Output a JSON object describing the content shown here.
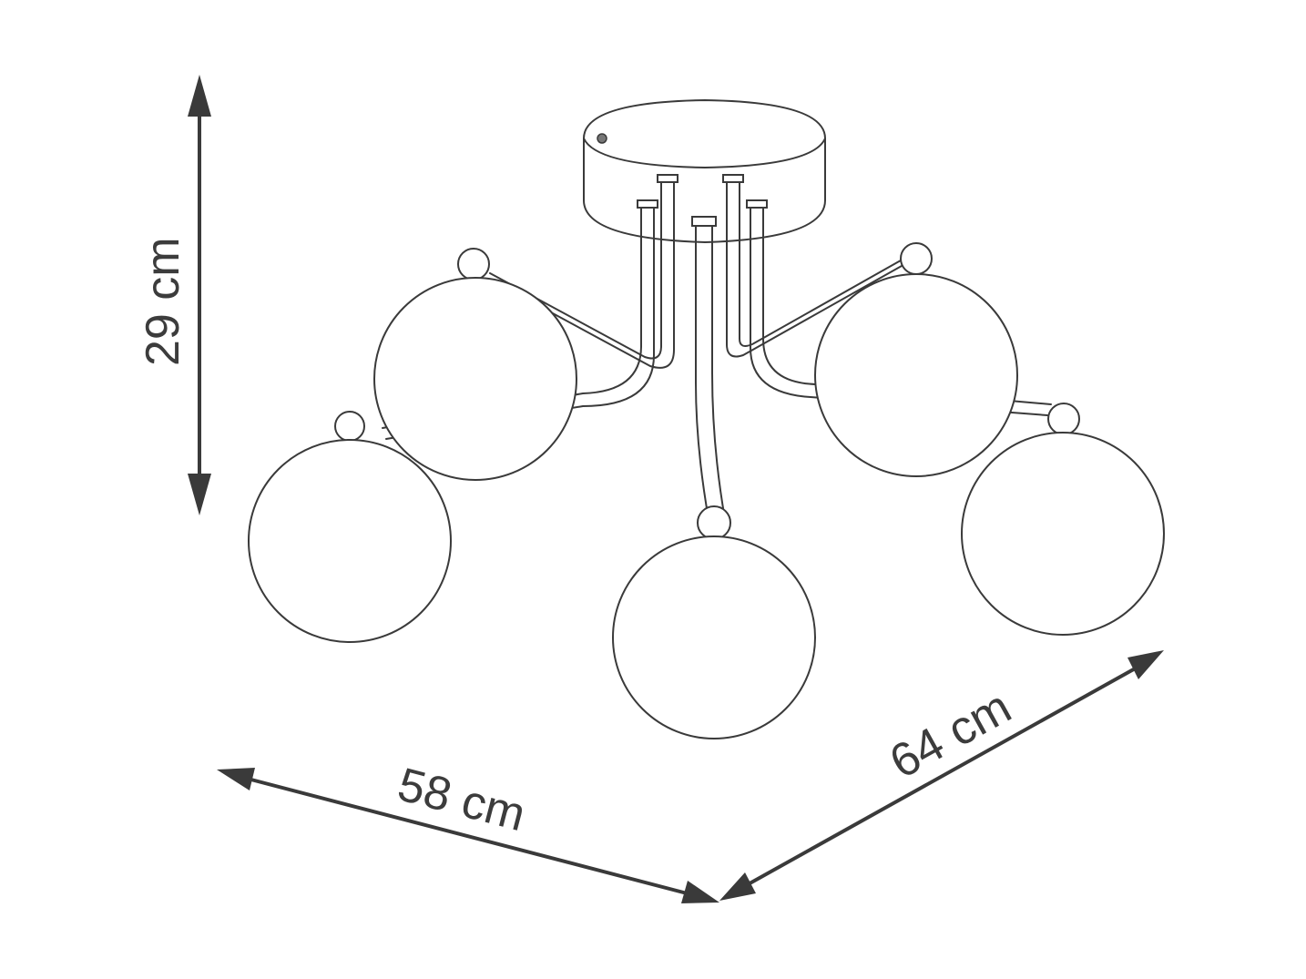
{
  "dimensions": {
    "height_label": "29 cm",
    "width_label": "58 cm",
    "depth_label": "64 cm"
  },
  "colors": {
    "line": "#3a3a3a",
    "text": "#3c3c3c",
    "background": "#ffffff"
  }
}
